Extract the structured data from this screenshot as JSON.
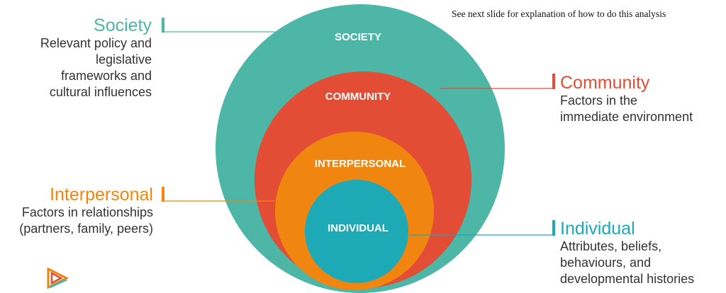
{
  "note": "See next slide for explanation of how to do this analysis",
  "colors": {
    "society": "#4db6a6",
    "community": "#e34c35",
    "interpersonal": "#f0860f",
    "individual": "#1ea9b7"
  },
  "circles": {
    "society": "SOCIETY",
    "community": "COMMUNITY",
    "interpersonal": "INTERPERSONAL",
    "individual": "INDIVIDUAL"
  },
  "labels": {
    "society": {
      "title": "Society",
      "desc": [
        "Relevant policy and",
        "legislative",
        "frameworks and",
        "cultural influences"
      ]
    },
    "community": {
      "title": "Community",
      "desc": [
        "Factors in the",
        "immediate environment"
      ]
    },
    "interpersonal": {
      "title": "Interpersonal",
      "desc": [
        "Factors in relationships",
        "(partners, family, peers)"
      ]
    },
    "individual": {
      "title": "Individual",
      "desc": [
        "Attributes, beliefs,",
        "behaviours, and",
        "developmental histories"
      ]
    }
  }
}
